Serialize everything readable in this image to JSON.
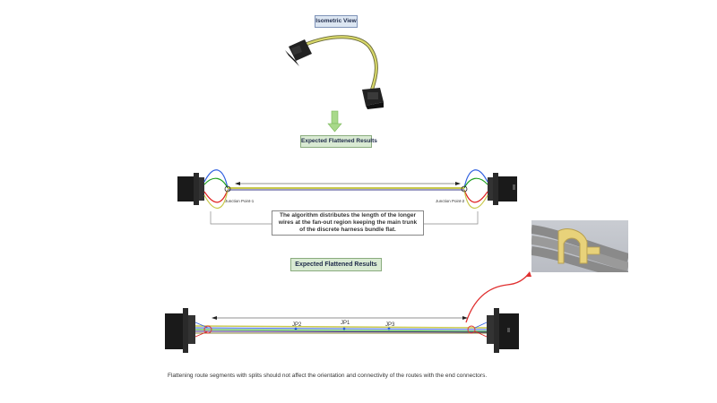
{
  "labels": {
    "isometric_view": "Isometric View",
    "expected_flattened_1": "Expected Flattened Results",
    "expected_flattened_2": "Expected Flattened Results"
  },
  "junctions": {
    "jp1_left": "Junction Point-1",
    "jp2_right": "Junction Point-2"
  },
  "callout": {
    "text": "The algorithm distributes the length of the longer wires at the fan-out region keeping the main trunk of the discrete harness bundle flat."
  },
  "bottom_markers": [
    "JP2",
    "JP1",
    "JP3"
  ],
  "caption": "Flattening route segments with splits  should not affect the orientation and connectivity of the routes  with the end connectors.",
  "colors": {
    "label_blue": "#dce6f2",
    "label_green": "#d9ead3",
    "wire_yellow": "#c8c84a",
    "wire_red": "#e02020",
    "wire_green": "#20a020",
    "wire_blue": "#3060e0",
    "arrow_green": "#a8d98a",
    "highlight_red": "#e03030"
  }
}
